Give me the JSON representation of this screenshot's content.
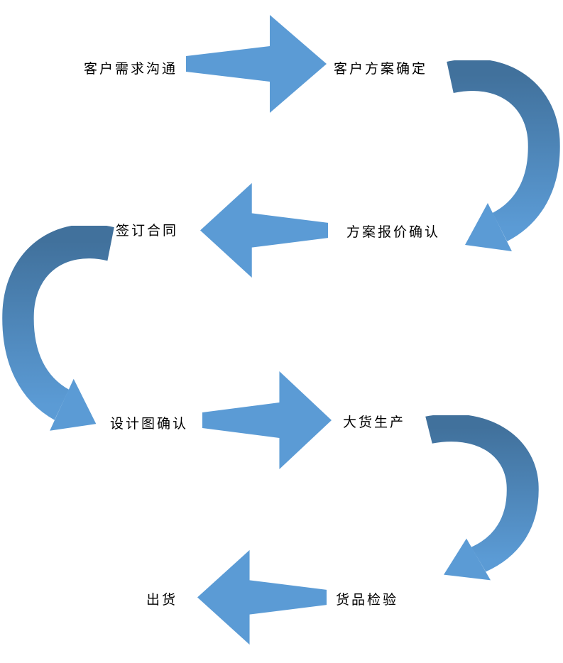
{
  "diagram": {
    "type": "flowchart",
    "background": "#ffffff",
    "colors": {
      "straight_arrow_fill": "#5b9bd5",
      "curved_arrow_dark": "#41719c",
      "curved_arrow_light": "#5b9bd5",
      "text": "#000000"
    },
    "steps": [
      {
        "label": "客户需求沟通"
      },
      {
        "label": "客户方案确定"
      },
      {
        "label": "方案报价确认"
      },
      {
        "label": "签订合同"
      },
      {
        "label": "设计图确认"
      },
      {
        "label": "大货生产"
      },
      {
        "label": "货品检验"
      },
      {
        "label": "出货"
      }
    ],
    "flow": [
      {
        "from": "客户需求沟通",
        "to": "客户方案确定",
        "arrow": "straight-right"
      },
      {
        "from": "客户方案确定",
        "to": "方案报价确认",
        "arrow": "curved-down-right"
      },
      {
        "from": "方案报价确认",
        "to": "签订合同",
        "arrow": "straight-left"
      },
      {
        "from": "签订合同",
        "to": "设计图确认",
        "arrow": "curved-down-left"
      },
      {
        "from": "设计图确认",
        "to": "大货生产",
        "arrow": "straight-right"
      },
      {
        "from": "大货生产",
        "to": "货品检验",
        "arrow": "curved-down-right"
      },
      {
        "from": "货品检验",
        "to": "出货",
        "arrow": "straight-left"
      }
    ]
  }
}
